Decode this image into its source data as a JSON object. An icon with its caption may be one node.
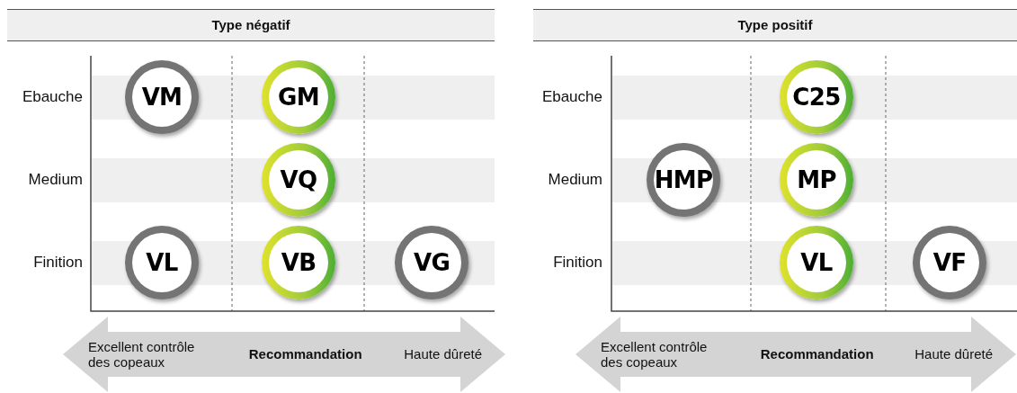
{
  "diagram": {
    "nodes": [
      {
        "text": [
          "Type négatif"
        ]
      },
      {
        "text": [
          "VM"
        ]
      },
      {
        "text": [
          "GM"
        ]
      },
      {
        "text": [
          "VQ"
        ]
      },
      {
        "text": [
          "VL"
        ]
      },
      {
        "text": [
          "VB"
        ]
      },
      {
        "text": [
          "VG"
        ]
      },
      {
        "text": [
          "Excellent contrôle des copeaux",
          "Recommandation",
          "Haute dûreté"
        ]
      },
      {
        "text": [
          "Type positif"
        ]
      },
      {
        "text": [
          "C25"
        ]
      },
      {
        "text": [
          "HMP"
        ]
      },
      {
        "text": [
          "MP"
        ]
      },
      {
        "text": [
          "VL"
        ]
      },
      {
        "text": [
          "VF"
        ]
      },
      {
        "text": [
          "Excellent contrôle des copeaux",
          "Recommandation",
          "Haute dûreté"
        ]
      }
    ],
    "labels": [
      "Ebauche",
      "Medium",
      "Finition",
      "Ebauche",
      "Medium",
      "Finition"
    ]
  }
}
